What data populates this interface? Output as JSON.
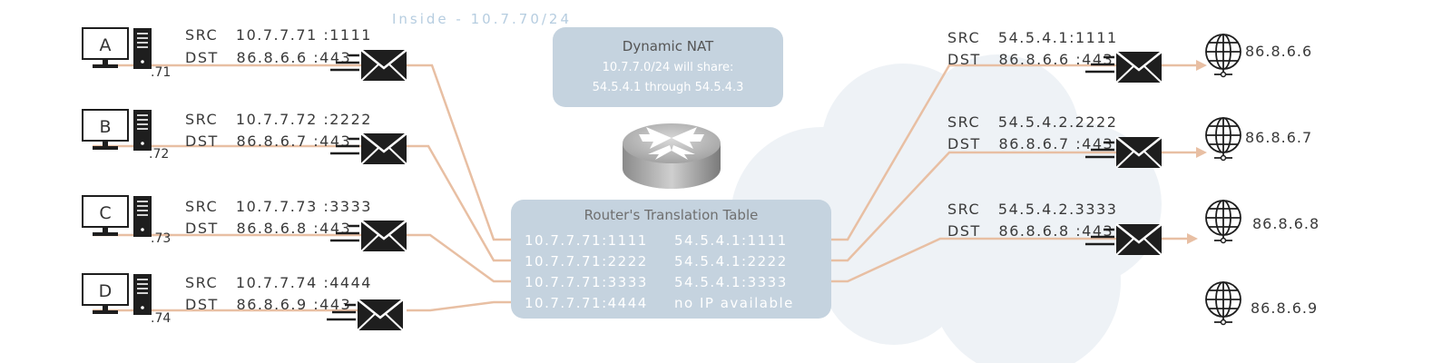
{
  "inside_label": "Inside - 10.7.70/24",
  "hosts": [
    {
      "label": "A",
      "octet": ".71",
      "src": "SRC   10.7.7.71 :1111",
      "dst": "DST   86.8.6.6 :443"
    },
    {
      "label": "B",
      "octet": ".72",
      "src": "SRC   10.7.7.72 :2222",
      "dst": "DST   86.8.6.7 :443"
    },
    {
      "label": "C",
      "octet": ".73",
      "src": "SRC   10.7.7.73 :3333",
      "dst": "DST   86.8.6.8 :443"
    },
    {
      "label": "D",
      "octet": ".74",
      "src": "SRC   10.7.7.74 :4444",
      "dst": "DST   86.8.6.9 :443"
    }
  ],
  "nat_box": {
    "title": "Dynamic NAT",
    "line1": "10.7.7.0/24 will share:",
    "line2": "54.5.4.1 through 54.5.4.3"
  },
  "table": {
    "title": "Router's Translation Table",
    "rows": [
      {
        "inside": "10.7.7.71:1111",
        "outside": "54.5.4.1:1111"
      },
      {
        "inside": "10.7.7.71:2222",
        "outside": "54.5.4.1:2222"
      },
      {
        "inside": "10.7.7.71:3333",
        "outside": "54.5.4.1:3333"
      },
      {
        "inside": "10.7.7.71:4444",
        "outside": "no IP available"
      }
    ]
  },
  "outside_packets": [
    {
      "src": "SRC   54.5.4.1:1111",
      "dst": "DST   86.8.6.6 :443"
    },
    {
      "src": "SRC   54.5.4.2.2222",
      "dst": "DST   86.8.6.7 :443"
    },
    {
      "src": "SRC   54.5.4.2.3333",
      "dst": "DST   86.8.6.8 :443"
    }
  ],
  "servers": [
    "86.8.6.6",
    "86.8.6.7",
    "86.8.6.8",
    "86.8.6.9"
  ],
  "colors": {
    "link": "#e8bfa3",
    "box": "#c5d3df",
    "cloud": "#eef2f6",
    "envelope": "#1e1e1e"
  }
}
